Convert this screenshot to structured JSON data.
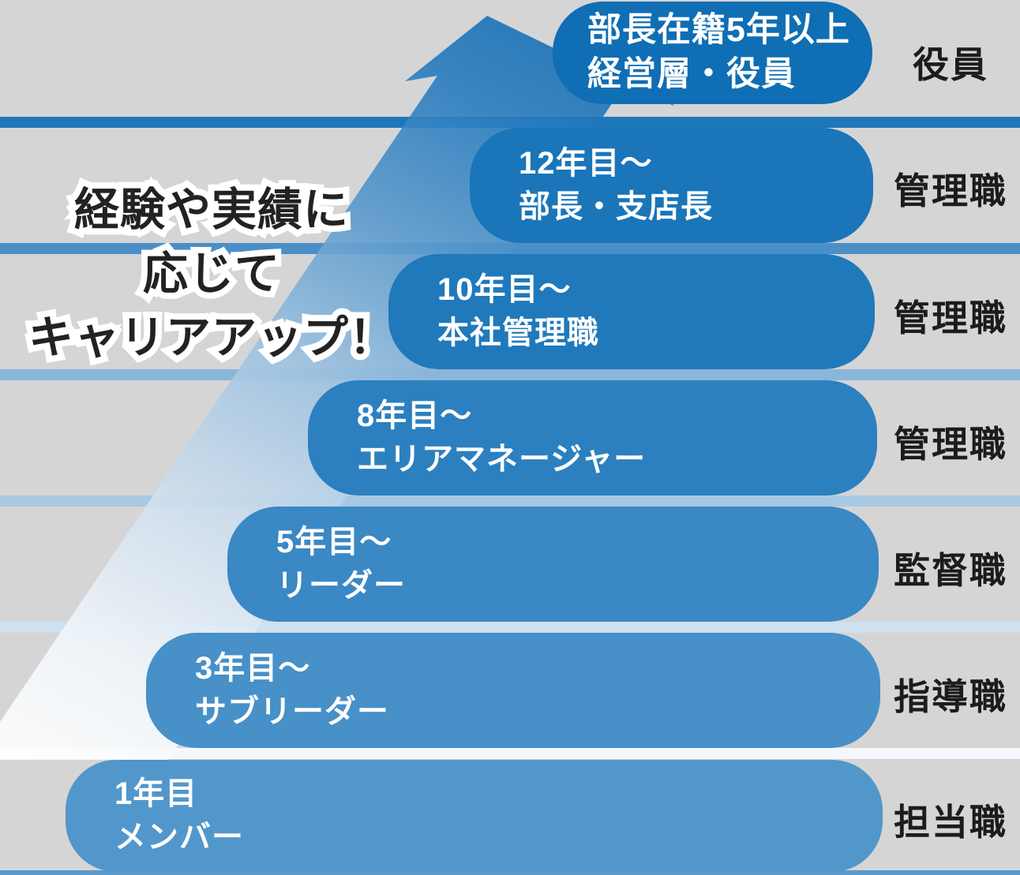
{
  "headline": {
    "lines": [
      "経験や実績に",
      "応じて",
      "キャリアアップ！"
    ]
  },
  "arrow": {
    "icon": "career-up-arrow",
    "gradient_from": "#ffffff",
    "gradient_to": "#1b72b7"
  },
  "background_color": "#d5d5d6",
  "rows": [
    {
      "period": "部長在籍5年以上",
      "role": "経営層・役員",
      "category": "役員",
      "pill_color": "#0f6eb4",
      "divider_color": "#1e76bb"
    },
    {
      "period": "12年目～",
      "role": "部長・支店長",
      "category": "管理職",
      "pill_color": "#1a75b9",
      "divider_color": "#4a8fc7"
    },
    {
      "period": "10年目～",
      "role": "本社管理職",
      "category": "管理職",
      "pill_color": "#1f79bb",
      "divider_color": "#8ab6da"
    },
    {
      "period": "8年目～",
      "role": "エリアマネージャー",
      "category": "管理職",
      "pill_color": "#2c80bf",
      "divider_color": "#a9c9e3"
    },
    {
      "period": "5年目～",
      "role": "リーダー",
      "category": "監督職",
      "pill_color": "#3a88c4",
      "divider_color": "#cfe0ef"
    },
    {
      "period": "3年目～",
      "role": "サブリーダー",
      "category": "指導職",
      "pill_color": "#4790c8",
      "divider_color": "#f4f8fc"
    },
    {
      "period": "1年目",
      "role": "メンバー",
      "category": "担当職",
      "pill_color": "#5297cb",
      "divider_color": "#5b9acb"
    }
  ]
}
